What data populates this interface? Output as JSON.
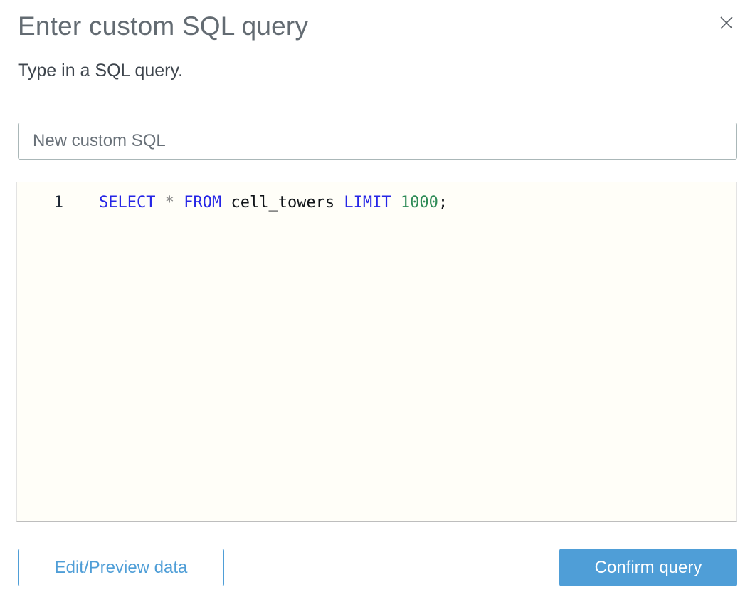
{
  "dialog": {
    "title": "Enter custom SQL query",
    "subtitle": "Type in a SQL query."
  },
  "name_input": {
    "value": "New custom SQL"
  },
  "sql_editor": {
    "full_text": "SELECT * FROM cell_towers LIMIT 1000;",
    "lines": [
      {
        "number": "1",
        "tokens": [
          {
            "text": "SELECT",
            "type": "keyword"
          },
          {
            "text": " ",
            "type": "plain"
          },
          {
            "text": "*",
            "type": "operator"
          },
          {
            "text": " ",
            "type": "plain"
          },
          {
            "text": "FROM",
            "type": "keyword"
          },
          {
            "text": " ",
            "type": "plain"
          },
          {
            "text": "cell_towers",
            "type": "identifier"
          },
          {
            "text": " ",
            "type": "plain"
          },
          {
            "text": "LIMIT",
            "type": "keyword"
          },
          {
            "text": " ",
            "type": "plain"
          },
          {
            "text": "1000",
            "type": "number"
          },
          {
            "text": ";",
            "type": "punctuation"
          }
        ]
      }
    ],
    "syntax_colors": {
      "keyword": "#2525e6",
      "operator": "#8b8b8b",
      "identifier": "#101418",
      "number": "#2e8b57",
      "punctuation": "#101418",
      "plain": "#101418"
    }
  },
  "footer": {
    "edit_preview_label": "Edit/Preview data",
    "confirm_label": "Confirm query"
  },
  "colors": {
    "accent_blue": "#4f9ed7",
    "title_gray": "#636b72",
    "editor_background": "#fffef8",
    "input_border": "#aab7b8",
    "close_icon_gray": "#5b6168"
  }
}
